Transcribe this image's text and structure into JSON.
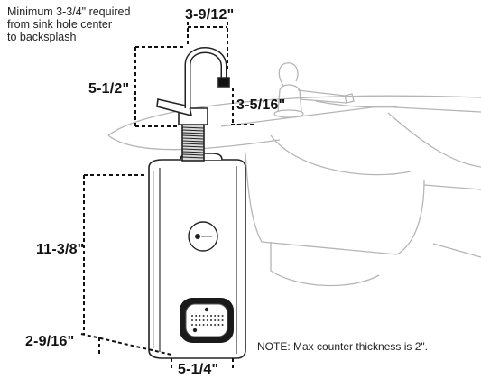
{
  "requirement_lines": [
    "Minimum 3-3/4\" required",
    "from sink hole center",
    "to backsplash"
  ],
  "dimensions": {
    "spout_reach": "3-9/12\"",
    "faucet_height": "5-1/2\"",
    "spout_height": "3-5/16\"",
    "tank_height": "11-3/8\"",
    "tank_depth": "2-9/16\"",
    "tank_width": "5-1/4\""
  },
  "note": "NOTE: Max counter thickness is 2\".",
  "colors": {
    "line": "#222222",
    "sink_line": "#b5b5b5",
    "fill": "#ffffff"
  }
}
